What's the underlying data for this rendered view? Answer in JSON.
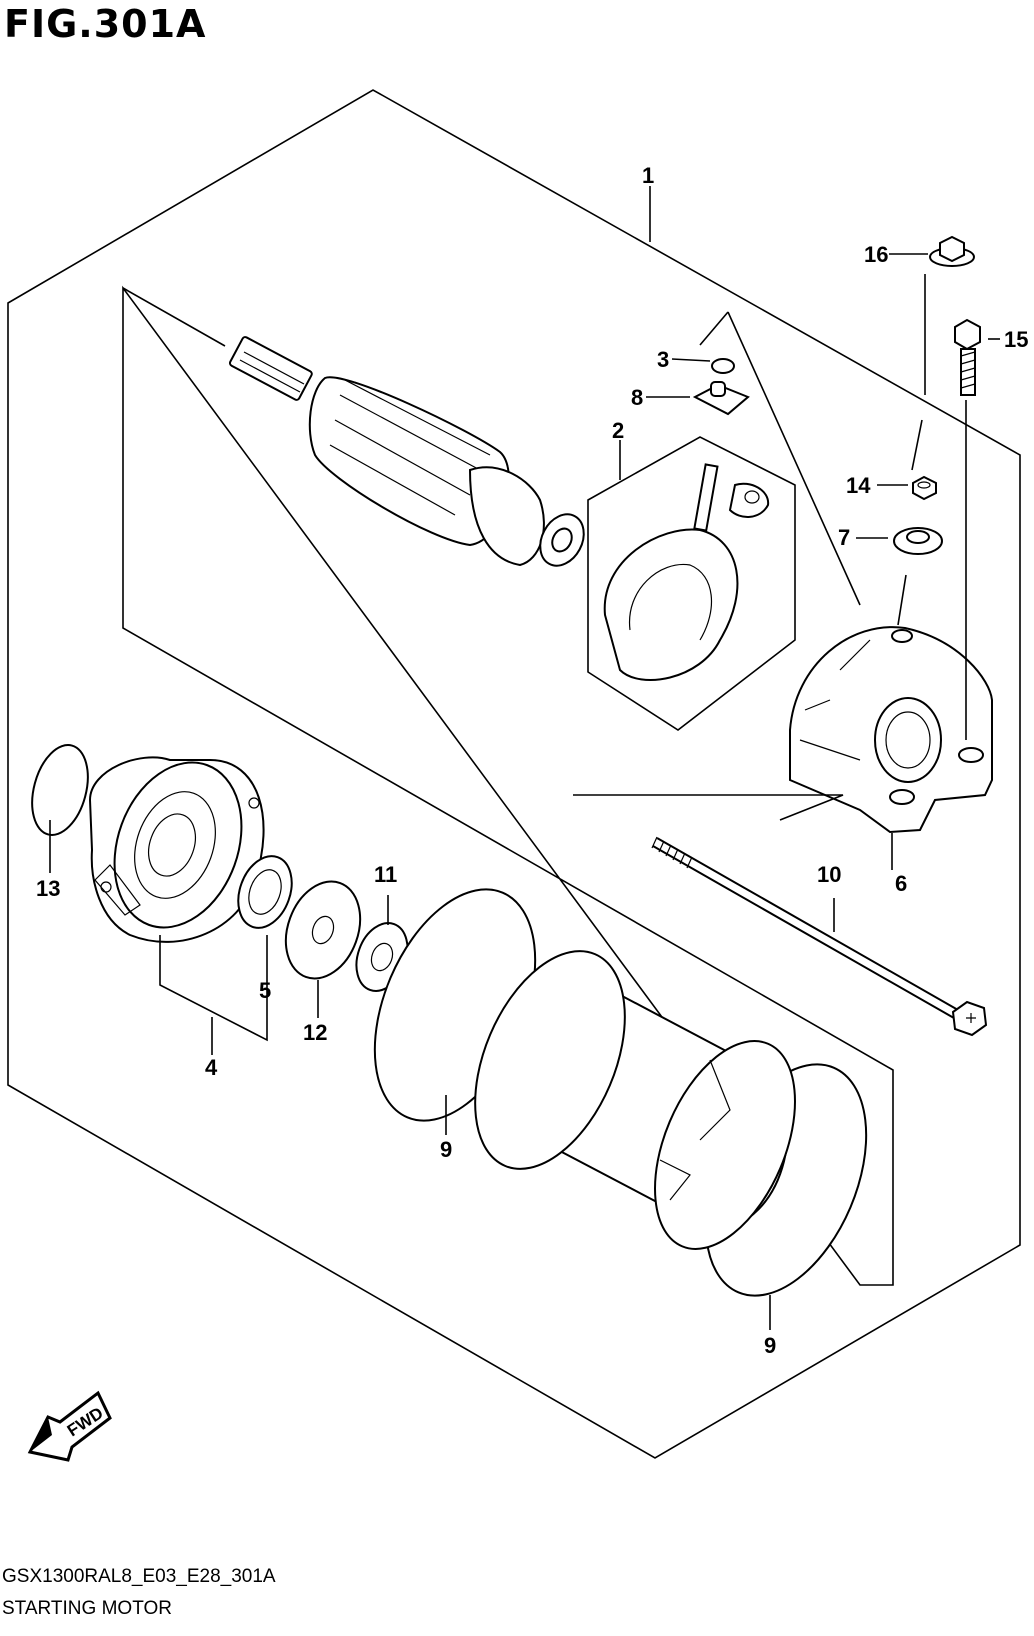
{
  "figure": {
    "title": "FIG.301A",
    "code": "GSX1300RAL8_E03_E28_301A",
    "caption": "STARTING MOTOR",
    "fwd_label": "FWD"
  },
  "callouts": [
    {
      "id": "c1",
      "label": "1"
    },
    {
      "id": "c2",
      "label": "2"
    },
    {
      "id": "c3",
      "label": "3"
    },
    {
      "id": "c4",
      "label": "4"
    },
    {
      "id": "c5",
      "label": "5"
    },
    {
      "id": "c6",
      "label": "6"
    },
    {
      "id": "c7",
      "label": "7"
    },
    {
      "id": "c8",
      "label": "8"
    },
    {
      "id": "c9a",
      "label": "9"
    },
    {
      "id": "c9b",
      "label": "9"
    },
    {
      "id": "c10",
      "label": "10"
    },
    {
      "id": "c11",
      "label": "11"
    },
    {
      "id": "c12",
      "label": "12"
    },
    {
      "id": "c13",
      "label": "13"
    },
    {
      "id": "c14",
      "label": "14"
    },
    {
      "id": "c15",
      "label": "15"
    },
    {
      "id": "c16",
      "label": "16"
    }
  ]
}
